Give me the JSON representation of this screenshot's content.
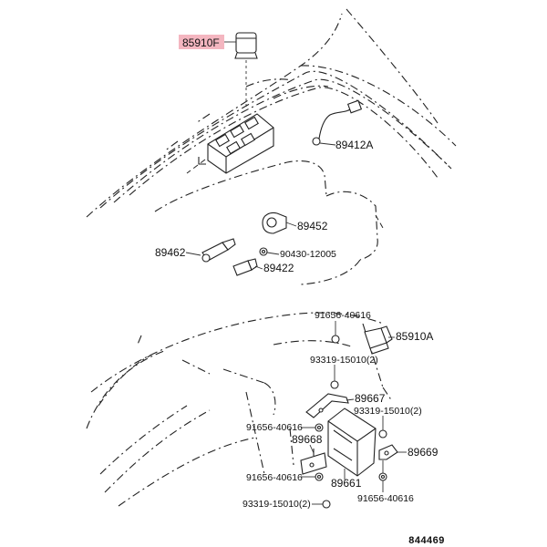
{
  "highlight_color": "#f4b6c0",
  "labels": {
    "p85910F": "85910F",
    "p89412A": "89412A",
    "p89452": "89452",
    "p89462": "89462",
    "p90430": "90430-12005",
    "p89422": "89422",
    "p91656_top": "91656-40616",
    "p85910A": "85910A",
    "p93319_a": "93319-15010(2)",
    "p89667": "89667",
    "p93319_b": "93319-15010(2)",
    "p91656_mid": "91656-40616",
    "p89668": "89668",
    "p89669": "89669",
    "p91656_low": "91656-40616",
    "p89661": "89661",
    "p91656_right": "91656-40616",
    "p93319_c": "93319-15010(2)",
    "drawing_no": "844469"
  }
}
